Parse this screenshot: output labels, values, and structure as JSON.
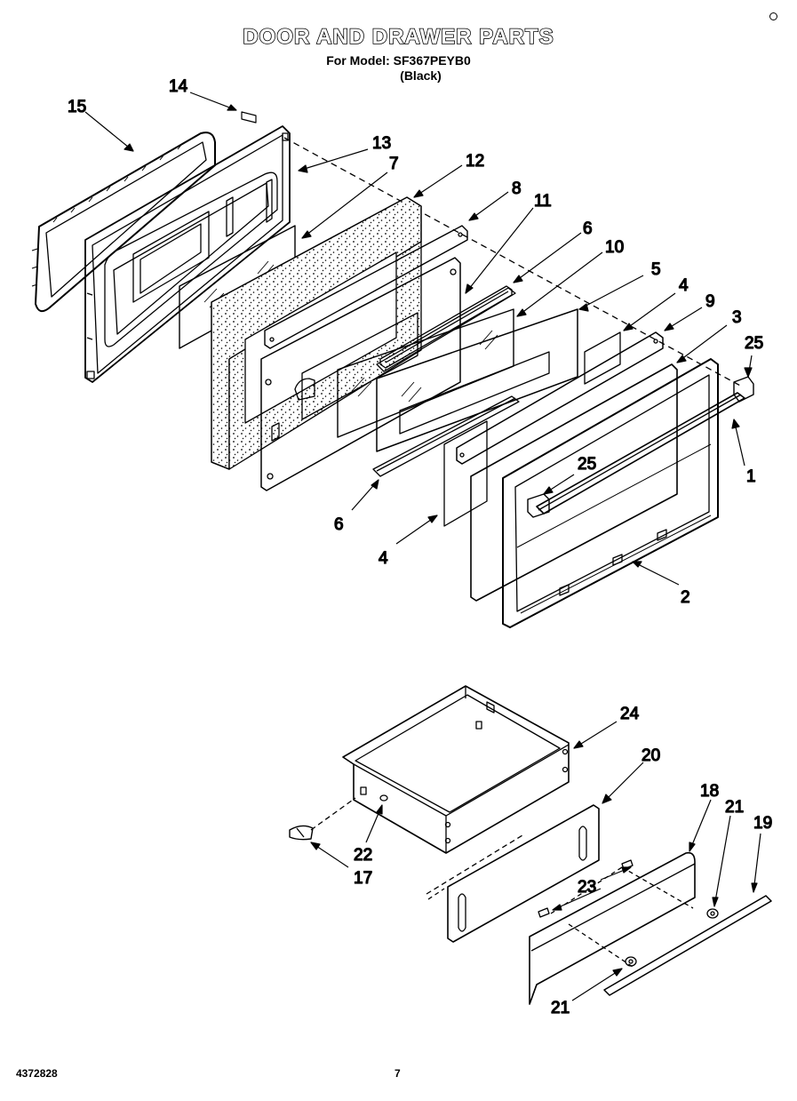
{
  "title": "DOOR AND DRAWER PARTS",
  "model_line": "For Model: SF367PEYB0",
  "finish": "(Black)",
  "document_number": "4372828",
  "page_number": "7",
  "callouts": [
    "1",
    "2",
    "3",
    "4",
    "4",
    "5",
    "6",
    "6",
    "7",
    "8",
    "9",
    "10",
    "11",
    "12",
    "13",
    "14",
    "15",
    "17",
    "18",
    "19",
    "20",
    "21",
    "21",
    "22",
    "23",
    "24",
    "25",
    "25"
  ]
}
